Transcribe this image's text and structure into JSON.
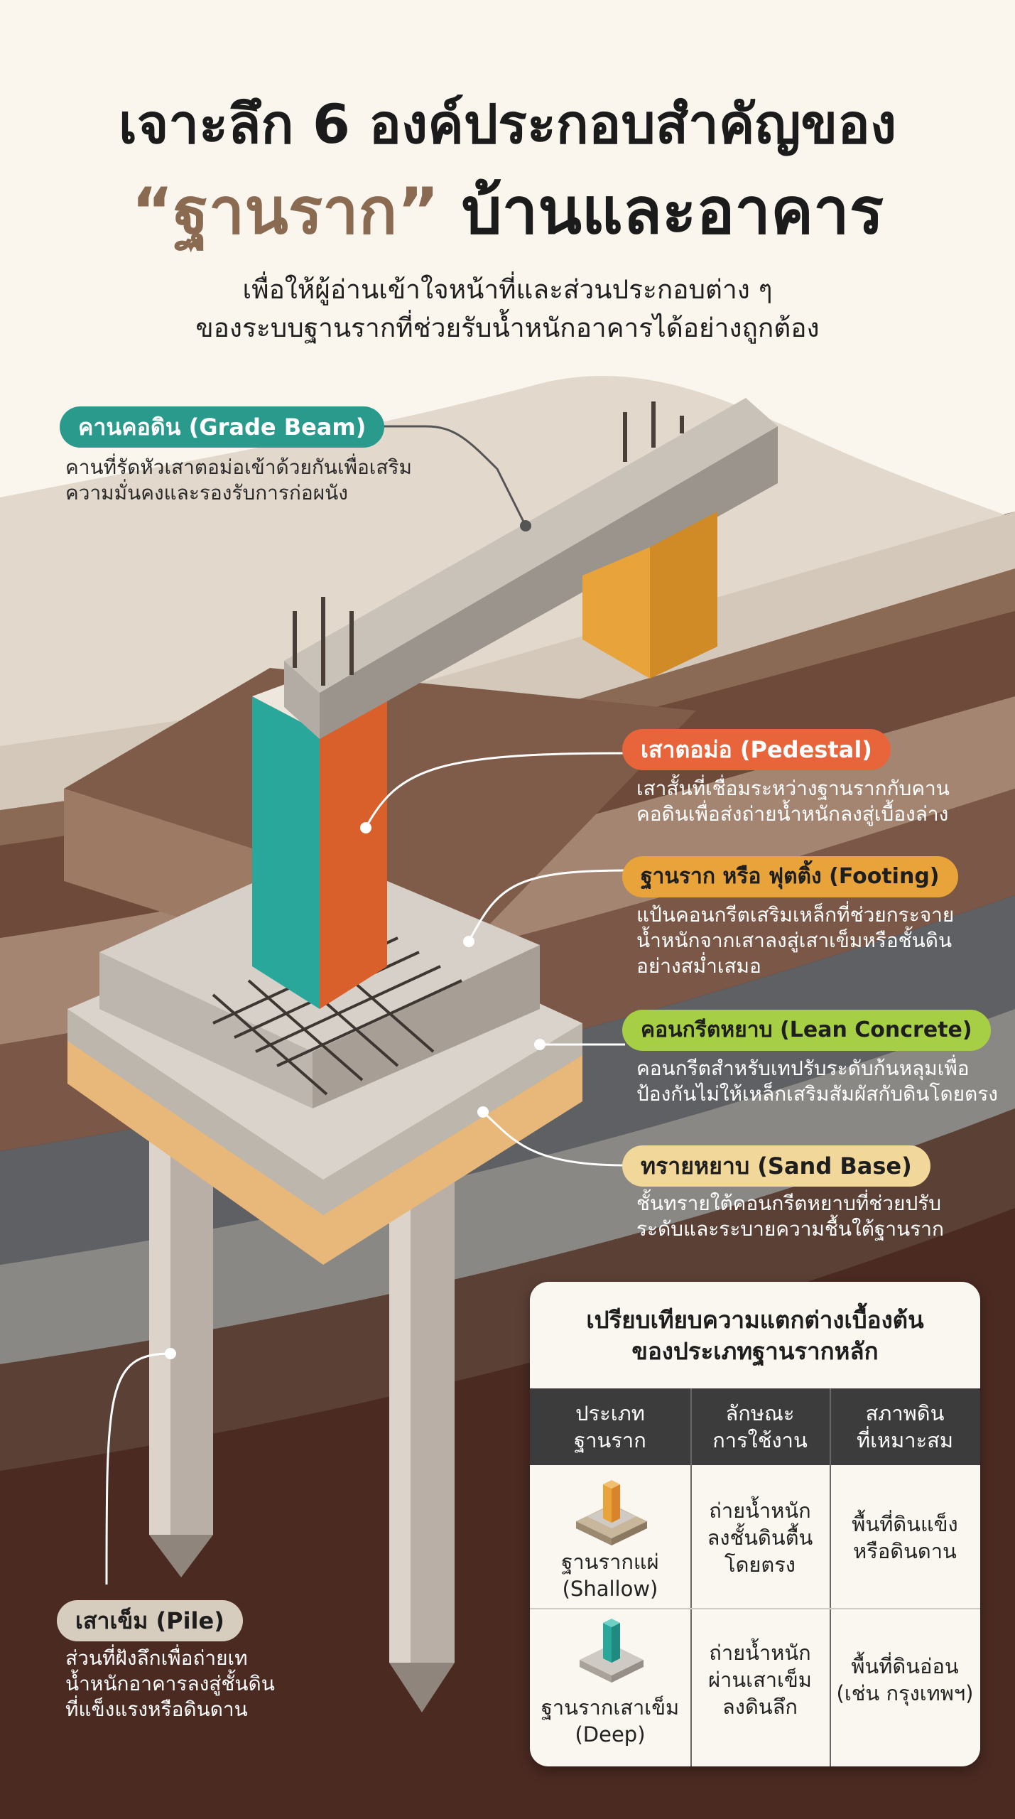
{
  "header": {
    "title_line1": "เจาะลึก 6 องค์ประกอบสำคัญของ",
    "title_line2_highlight": "“ฐานราก”",
    "title_line2_rest": " บ้านและอาคาร",
    "subtitle_line1": "เพื่อให้ผู้อ่านเข้าใจหน้าที่และส่วนประกอบต่าง ๆ",
    "subtitle_line2": "ของระบบฐานรากที่ช่วยรับน้ำหนักอาคารได้อย่างถูกต้อง"
  },
  "colors": {
    "grade_beam": "#2a9a8c",
    "pedestal": "#e8643a",
    "footing": "#e8a33b",
    "lean_concrete": "#a6cf45",
    "sand_base": "#f2d79a",
    "pile": "#d7cdbf",
    "column_teal": "#2aa79b",
    "column_orange": "#d95f2b"
  },
  "components": {
    "grade_beam": {
      "label": "คานคอดิน (Grade Beam)",
      "desc": [
        "คานที่รัดหัวเสาตอม่อเข้าด้วยกันเพื่อเสริม",
        "ความมั่นคงและรองรับการก่อผนัง"
      ]
    },
    "pedestal": {
      "label": "เสาตอม่อ (Pedestal)",
      "desc": [
        "เสาสั้นที่เชื่อมระหว่างฐานรากกับคาน",
        "คอดินเพื่อส่งถ่ายน้ำหนักลงสู่เบื้องล่าง"
      ]
    },
    "footing": {
      "label": "ฐานราก หรือ ฟุตติ้ง (Footing)",
      "desc": [
        "แป้นคอนกรีตเสริมเหล็กที่ช่วยกระจาย",
        "น้ำหนักจากเสาลงสู่เสาเข็มหรือชั้นดิน",
        "อย่างสม่ำเสมอ"
      ]
    },
    "lean_concrete": {
      "label": "คอนกรีตหยาบ (Lean Concrete)",
      "desc": [
        "คอนกรีตสำหรับเทปรับระดับก้นหลุมเพื่อ",
        "ป้องกันไม่ให้เหล็กเสริมสัมผัสกับดินโดยตรง"
      ]
    },
    "sand_base": {
      "label": "ทรายหยาบ (Sand Base)",
      "desc": [
        "ชั้นทรายใต้คอนกรีตหยาบที่ช่วยปรับ",
        "ระดับและระบายความชื้นใต้ฐานราก"
      ]
    },
    "pile": {
      "label": "เสาเข็ม (Pile)",
      "desc": [
        "ส่วนที่ฝังลึกเพื่อถ่ายเท",
        "น้ำหนักอาคารลงสู่ชั้นดิน",
        "ที่แข็งแรงหรือดินดาน"
      ]
    }
  },
  "comparison": {
    "title": [
      "เปรียบเทียบความแตกต่างเบื้องต้น",
      "ของประเภทฐานรากหลัก"
    ],
    "headers": [
      [
        "ประเภท",
        "ฐานราก"
      ],
      [
        "ลักษณะ",
        "การใช้งาน"
      ],
      [
        "สภาพดิน",
        "ที่เหมาะสม"
      ]
    ],
    "rows": [
      {
        "icon": "shallow-footing-icon",
        "type": [
          "ฐานรากแผ่",
          "(Shallow)"
        ],
        "usage": [
          "ถ่ายน้ำหนัก",
          "ลงชั้นดินตื้น",
          "โดยตรง"
        ],
        "soil": [
          "พื้นที่ดินแข็ง",
          "หรือดินดาน"
        ]
      },
      {
        "icon": "pile-footing-icon",
        "type": [
          "ฐานรากเสาเข็ม",
          "(Deep)"
        ],
        "usage": [
          "ถ่ายน้ำหนัก",
          "ผ่านเสาเข็ม",
          "ลงดินลึก"
        ],
        "soil": [
          "พื้นที่ดินอ่อน",
          "(เช่น กรุงเทพฯ)"
        ]
      }
    ]
  }
}
